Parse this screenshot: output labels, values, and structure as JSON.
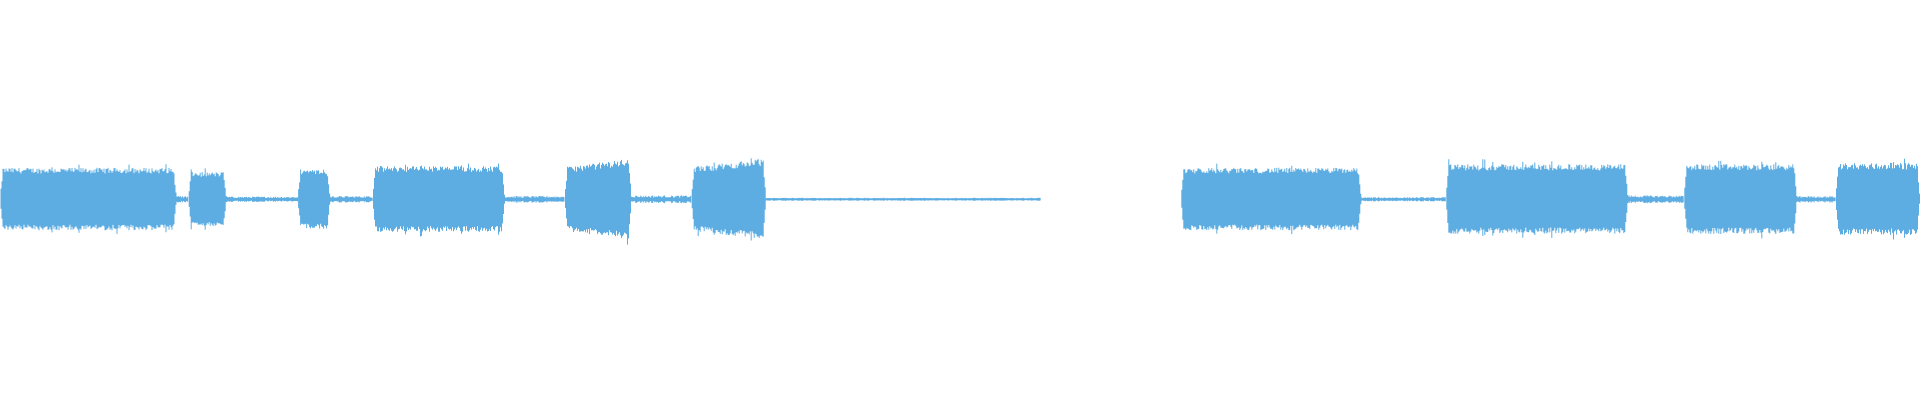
{
  "waveform": {
    "color": "#5dade2",
    "channels": 1,
    "segments": [
      {
        "type": "burst",
        "start": 0.0,
        "end": 0.092,
        "amplitude": 0.52,
        "shape": "flat"
      },
      {
        "type": "quiet",
        "start": 0.092,
        "end": 0.098,
        "amplitude": 0.05
      },
      {
        "type": "burst",
        "start": 0.098,
        "end": 0.118,
        "amplitude": 0.45,
        "shape": "flat"
      },
      {
        "type": "quiet",
        "start": 0.118,
        "end": 0.155,
        "amplitude": 0.04
      },
      {
        "type": "burst",
        "start": 0.155,
        "end": 0.172,
        "amplitude": 0.5,
        "shape": "flat"
      },
      {
        "type": "quiet",
        "start": 0.172,
        "end": 0.194,
        "amplitude": 0.05
      },
      {
        "type": "burst",
        "start": 0.194,
        "end": 0.263,
        "amplitude": 0.55,
        "shape": "flat"
      },
      {
        "type": "quiet",
        "start": 0.263,
        "end": 0.294,
        "amplitude": 0.05
      },
      {
        "type": "burst",
        "start": 0.294,
        "end": 0.329,
        "amplitude": 0.68,
        "shape": "rise"
      },
      {
        "type": "quiet",
        "start": 0.329,
        "end": 0.36,
        "amplitude": 0.06
      },
      {
        "type": "burst",
        "start": 0.36,
        "end": 0.399,
        "amplitude": 0.68,
        "shape": "rise"
      },
      {
        "type": "quiet",
        "start": 0.399,
        "end": 0.542,
        "amplitude": 0.02
      },
      {
        "type": "silence",
        "start": 0.542,
        "end": 0.615
      },
      {
        "type": "burst",
        "start": 0.615,
        "end": 0.709,
        "amplitude": 0.52,
        "shape": "flat"
      },
      {
        "type": "quiet",
        "start": 0.709,
        "end": 0.753,
        "amplitude": 0.03
      },
      {
        "type": "burst",
        "start": 0.753,
        "end": 0.848,
        "amplitude": 0.58,
        "shape": "flat"
      },
      {
        "type": "quiet",
        "start": 0.848,
        "end": 0.877,
        "amplitude": 0.06
      },
      {
        "type": "burst",
        "start": 0.877,
        "end": 0.936,
        "amplitude": 0.58,
        "shape": "flat"
      },
      {
        "type": "quiet",
        "start": 0.936,
        "end": 0.956,
        "amplitude": 0.05
      },
      {
        "type": "burst",
        "start": 0.956,
        "end": 1.0,
        "amplitude": 0.6,
        "shape": "flat"
      }
    ]
  }
}
